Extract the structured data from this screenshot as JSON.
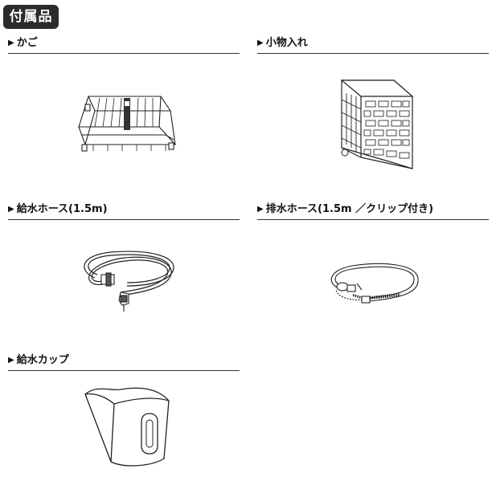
{
  "section_badge": "付属品",
  "items": [
    {
      "arrow": "▶",
      "label": "かご",
      "icon": "dish-basket-icon"
    },
    {
      "arrow": "▶",
      "label": "小物入れ",
      "icon": "cutlery-holder-icon"
    },
    {
      "arrow": "▶",
      "label": "給水ホース(1.5m)",
      "icon": "water-supply-hose-icon"
    },
    {
      "arrow": "▶",
      "label": "排水ホース(1.5m ／クリップ付き)",
      "icon": "drain-hose-icon"
    },
    {
      "arrow": "▶",
      "label": "給水カップ",
      "icon": "water-cup-icon"
    }
  ]
}
